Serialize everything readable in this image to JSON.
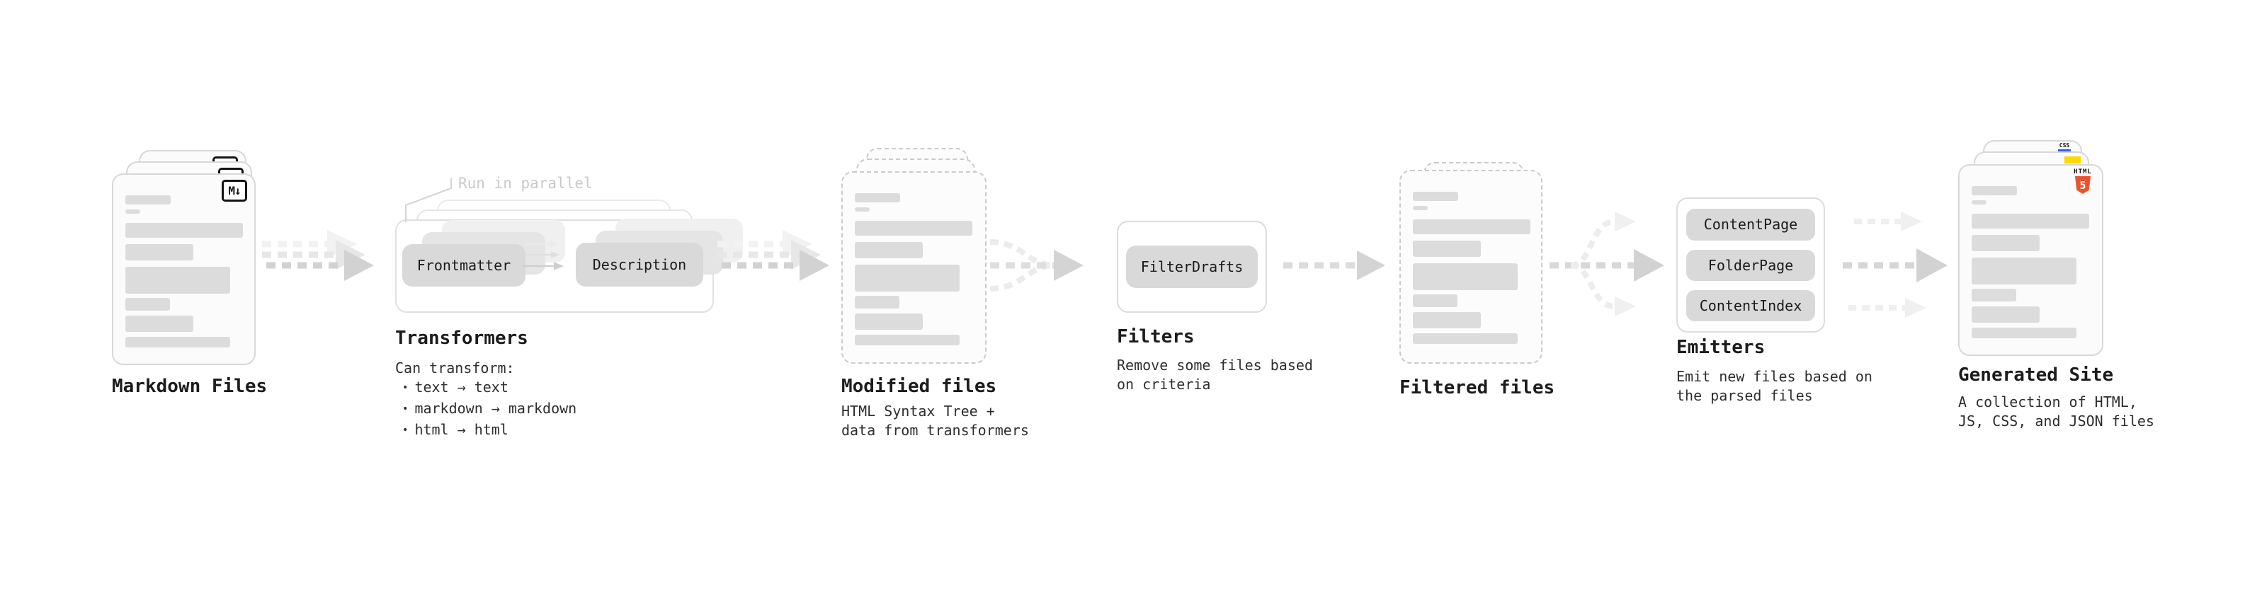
{
  "colors": {
    "css_blue": "#2f5cf6",
    "js_yellow": "#ffd900",
    "html5_orange": "#e8542f"
  },
  "stages": {
    "markdown": {
      "title": "Markdown Files",
      "icon_label": "M↓"
    },
    "transformers": {
      "title": "Transformers",
      "note": "Run in parallel",
      "pill_left": "Frontmatter",
      "pill_right": "Description",
      "body_heading": "Can transform:",
      "bullet": "•",
      "bullets": [
        "text → text",
        "markdown → markdown",
        "html → html"
      ]
    },
    "modified": {
      "title": "Modified files",
      "subtitle_lines": [
        "HTML Syntax Tree +",
        "data from transformers"
      ]
    },
    "filters": {
      "title": "Filters",
      "pill": "FilterDrafts",
      "subtitle_lines": [
        "Remove some files based",
        "on criteria"
      ]
    },
    "filtered": {
      "title": "Filtered files"
    },
    "emitters": {
      "title": "Emitters",
      "pills": [
        "ContentPage",
        "FolderPage",
        "ContentIndex"
      ],
      "subtitle_lines": [
        "Emit new files based on",
        "the parsed files"
      ]
    },
    "generated": {
      "title": "Generated Site",
      "css_badge": "CSS",
      "html5_label": "HTML",
      "html5_numeral": "5",
      "subtitle_lines": [
        "A collection of HTML,",
        "JS, CSS, and JSON files"
      ]
    }
  }
}
